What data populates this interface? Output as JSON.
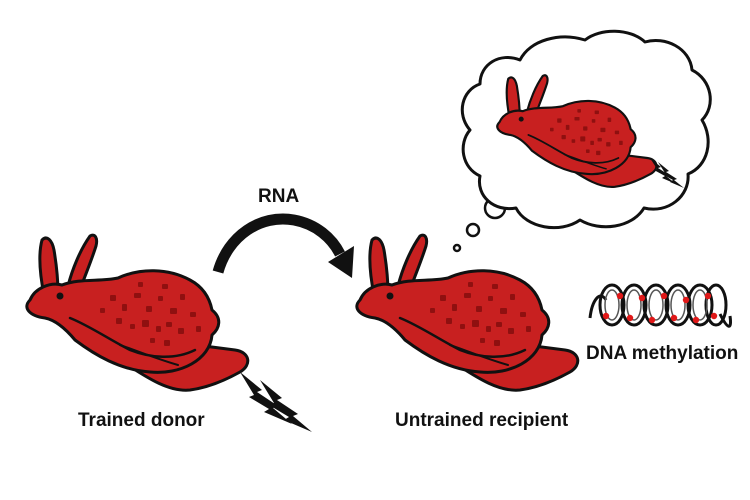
{
  "labels": {
    "rna": "RNA",
    "donor": "Trained donor",
    "recipient": "Untrained recipient",
    "methylation": "DNA methylation"
  },
  "colors": {
    "body": "#c82020",
    "spots": "#8f1010",
    "outline": "#111111",
    "methyl_mark": "#e01818"
  }
}
